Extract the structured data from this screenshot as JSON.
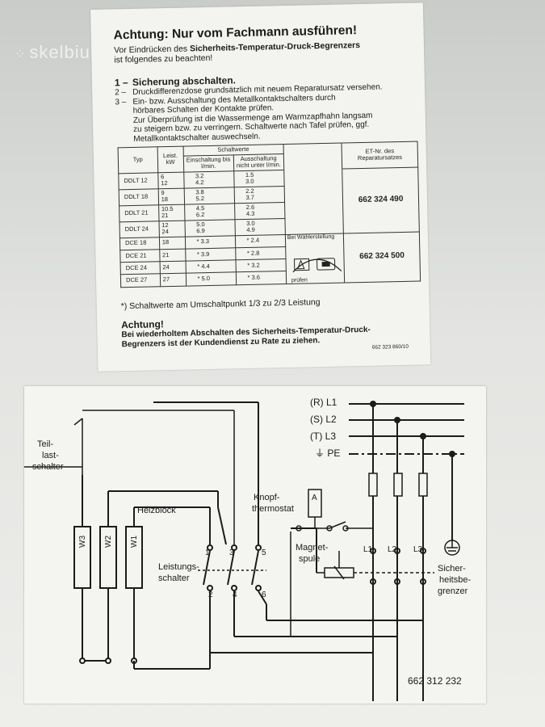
{
  "watermark": {
    "dots": "⁘",
    "text": "skelbiu"
  },
  "label": {
    "title": "Achtung: Nur vom Fachmann ausführen!",
    "subtitle_prefix": "Vor Eindrücken des ",
    "subtitle_bold": "Sicherheits-Temperatur-Druck-Begrenzers",
    "subtitle_suffix": "ist folgendes zu beachten!",
    "steps": [
      {
        "num": "1 –",
        "text": "Sicherung abschalten."
      },
      {
        "num": "2 –",
        "text": "Druckdifferenzdose grundsätzlich mit neuem Reparatursatz versehen."
      },
      {
        "num": "3 –",
        "text": "Ein- bzw. Ausschaltung des Metallkontaktschalters durch"
      }
    ],
    "step3_lines": [
      "hörbares Schalten der Kontakte prüfen.",
      "Zur Überprüfung ist die Wassermenge am Warmzapfhahn langsam",
      "zu steigern bzw. zu verringern. Schaltwerte nach Tafel prüfen, ggf.",
      "Metallkontaktschalter auswechseln."
    ],
    "table": {
      "h_typ": "Typ",
      "h_leist": "Leist. kW",
      "h_schaltwerte": "Schaltwerte",
      "h_ein": "Einschaltung bis l/min.",
      "h_aus": "Ausschaltung nicht unter l/min.",
      "h_et": "ET-Nr. des Reparatursatzes",
      "wahl_label": "Bei Wählerstellung",
      "pruefen": "prüfen",
      "et_1": "662 324 490",
      "et_2": "662 324 500",
      "rows_a": [
        {
          "typ": "DDLT 12",
          "kw": "6\n12",
          "ein": "3.2\n4.2",
          "aus": "1.5\n3.0"
        },
        {
          "typ": "DDLT 18",
          "kw": "9\n18",
          "ein": "3.8\n5.2",
          "aus": "2.2\n3.7"
        },
        {
          "typ": "DDLT 21",
          "kw": "10.5\n21",
          "ein": "4.5\n6.2",
          "aus": "2.6\n4.3"
        },
        {
          "typ": "DDLT 24",
          "kw": "12\n24",
          "ein": "5.0\n6.9",
          "aus": "3.0\n4.9"
        }
      ],
      "rows_b": [
        {
          "typ": "DCE  18",
          "kw": "18",
          "ein": "* 3.3",
          "aus": "* 2.4"
        },
        {
          "typ": "DCE  21",
          "kw": "21",
          "ein": "* 3.9",
          "aus": "* 2.8"
        },
        {
          "typ": "DCE  24",
          "kw": "24",
          "ein": "* 4.4",
          "aus": "* 3.2"
        },
        {
          "typ": "DCE  27",
          "kw": "27",
          "ein": "* 5.0",
          "aus": "* 3.6"
        }
      ]
    },
    "footnote": "*) Schaltwerte am Umschaltpunkt 1/3 zu 2/3 Leistung",
    "achtung2_title": "Achtung!",
    "achtung2_text": "Bei wiederholtem Abschalten des Sicherheits-Temperatur-Druck-Begrenzers ist der Kundendienst zu Rate zu ziehen.",
    "doc_number": "662 323 860/10"
  },
  "diagram": {
    "phase_labels": [
      "(R) L1",
      "(S) L2",
      "(T) L3",
      "⏚ PE"
    ],
    "teillast": [
      "Teil-",
      "last-",
      "schalter"
    ],
    "heizblock": "Heizblock",
    "coils": [
      "W3",
      "W2",
      "W1"
    ],
    "leistungsschalter": [
      "Leistungs-",
      "schalter"
    ],
    "knopfthermostat": [
      "Knopf-",
      "thermostat"
    ],
    "magnetspule": [
      "Magnet-",
      "spule"
    ],
    "sicherheitsbegrenzer": [
      "Sicher-",
      "heitsbe-",
      "grenzer"
    ],
    "contacts_top": [
      "1",
      "3",
      "5"
    ],
    "contacts_bottom": [
      "2",
      "4",
      "6"
    ],
    "terminals": [
      "L1",
      "L2",
      "L3"
    ],
    "thermostat_symbol": "A",
    "number": "662 312 232"
  },
  "colors": {
    "paper": "#f3f3ef",
    "ink": "#1b1b1b",
    "background": "#d9dbd8"
  }
}
